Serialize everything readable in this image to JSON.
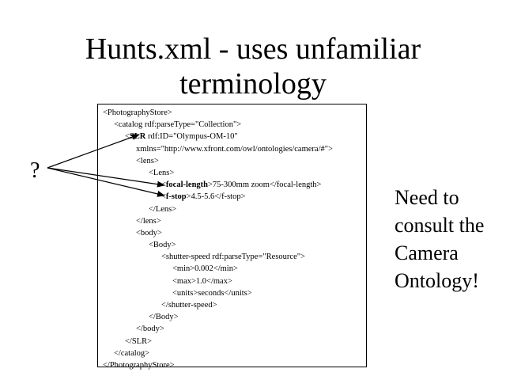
{
  "title": {
    "line1": "Hunts.xml - uses unfamiliar",
    "line2": "terminology"
  },
  "question_mark": "?",
  "code_lines": [
    {
      "indent": 0,
      "parts": [
        {
          "t": "<PhotographyStore>"
        }
      ]
    },
    {
      "indent": 1,
      "parts": [
        {
          "t": "<catalog rdf:parseType=\"Collection\">"
        }
      ]
    },
    {
      "indent": 2,
      "parts": [
        {
          "t": "<"
        },
        {
          "t": "SLR",
          "b": true
        },
        {
          "t": " rdf:ID=\"Olympus-OM-10\""
        }
      ]
    },
    {
      "indent": 3,
      "parts": [
        {
          "t": "xmlns=\"http://www.xfront.com/owl/ontologies/camera/#\">"
        }
      ]
    },
    {
      "indent": 3,
      "parts": [
        {
          "t": "<lens>"
        }
      ]
    },
    {
      "indent": 4,
      "parts": [
        {
          "t": "<Lens>"
        }
      ]
    },
    {
      "indent": 5,
      "parts": [
        {
          "t": "<"
        },
        {
          "t": "focal-length",
          "b": true
        },
        {
          "t": ">75-300mm zoom</focal-length>"
        }
      ]
    },
    {
      "indent": 5,
      "parts": [
        {
          "t": "<"
        },
        {
          "t": "f-stop",
          "b": true
        },
        {
          "t": ">4.5-5.6</f-stop>"
        }
      ]
    },
    {
      "indent": 4,
      "parts": [
        {
          "t": "</Lens>"
        }
      ]
    },
    {
      "indent": 3,
      "parts": [
        {
          "t": "</lens>"
        }
      ]
    },
    {
      "indent": 3,
      "parts": [
        {
          "t": "<body>"
        }
      ]
    },
    {
      "indent": 4,
      "parts": [
        {
          "t": "<Body>"
        }
      ]
    },
    {
      "indent": 5,
      "parts": [
        {
          "t": "<shutter-speed rdf:parseType=\"Resource\">"
        }
      ]
    },
    {
      "indent": 6,
      "parts": [
        {
          "t": "<min>0.002</min>"
        }
      ]
    },
    {
      "indent": 6,
      "parts": [
        {
          "t": "<max>1.0</max>"
        }
      ]
    },
    {
      "indent": 6,
      "parts": [
        {
          "t": "<units>seconds</units>"
        }
      ]
    },
    {
      "indent": 5,
      "parts": [
        {
          "t": "</shutter-speed>"
        }
      ]
    },
    {
      "indent": 4,
      "parts": [
        {
          "t": "</Body>"
        }
      ]
    },
    {
      "indent": 3,
      "parts": [
        {
          "t": "</body>"
        }
      ]
    },
    {
      "indent": 2,
      "parts": [
        {
          "t": "</SLR>"
        }
      ]
    },
    {
      "indent": 1,
      "parts": [
        {
          "t": "</catalog>"
        }
      ]
    },
    {
      "indent": 0,
      "parts": [
        {
          "t": "</PhotographyStore>"
        }
      ]
    }
  ],
  "note_lines": [
    "Need to",
    "consult the",
    "Camera",
    "Ontology!"
  ]
}
